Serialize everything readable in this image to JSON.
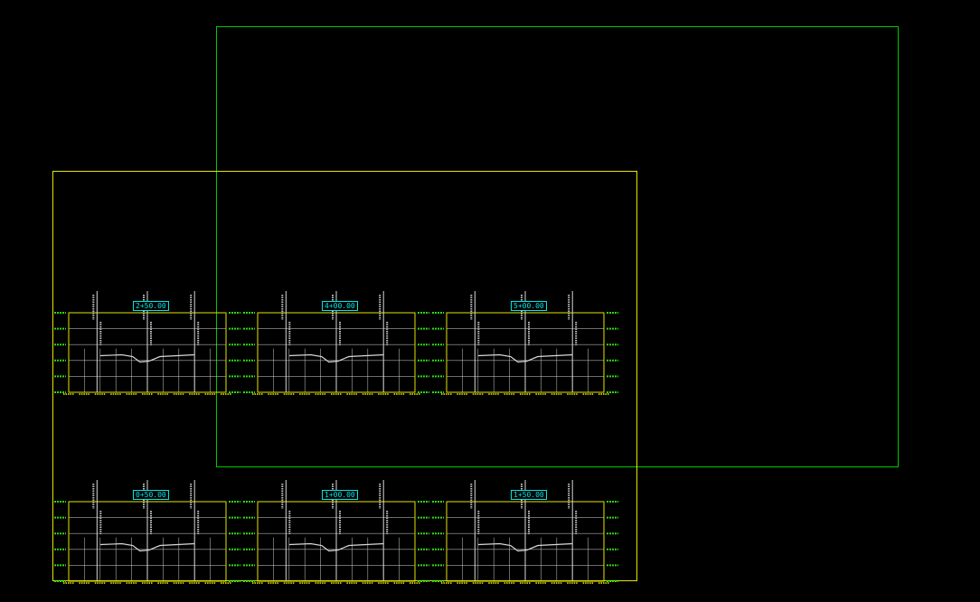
{
  "colors": {
    "background": "#000000",
    "viewport_green": "#00c800",
    "sheet_yellow": "#e6e600",
    "grid_white": "#d8d8d8",
    "label_green": "#39ff14",
    "title_cyan": "#00e5e5"
  },
  "sections": [
    {
      "title": "2+50.00"
    },
    {
      "title": "4+00.00"
    },
    {
      "title": "5+00.00"
    },
    {
      "title": "0+50.00"
    },
    {
      "title": "1+00.00"
    },
    {
      "title": "1+50.00"
    }
  ]
}
